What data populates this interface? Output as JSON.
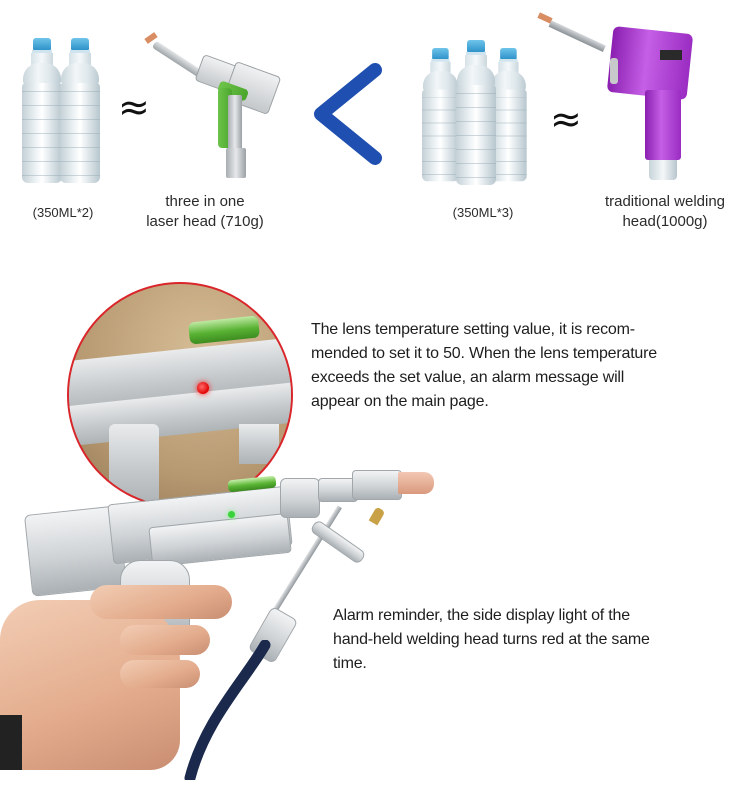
{
  "comparison": {
    "left": {
      "bottles_caption": "(350ML*2)",
      "bottle_count": 2,
      "approx_symbol": "≈",
      "product_caption_line1": "three in one",
      "product_caption_line2": "laser head (710g)",
      "product_color": "#5cb838"
    },
    "operator": {
      "symbol": "<",
      "color": "#1f4fb0"
    },
    "right": {
      "bottles_caption": "(350ML*3)",
      "bottle_count": 3,
      "approx_symbol": "≈",
      "product_caption_line1": "traditional welding",
      "product_caption_line2": "head(1000g)",
      "product_color": "#b546dc"
    }
  },
  "features": {
    "lens_temperature_note": "The lens temperature setting value, it is recom-mended to set it to 50. When the lens temperature exceeds the set value, an alarm message will appear on the main page.",
    "lens_lines": [
      "The lens temperature setting value, it is recom-",
      "mended to set it to 50. When the lens temperature",
      "exceeds the set value, an alarm message will",
      "appear on the main page."
    ],
    "alarm_lines": [
      "Alarm reminder, the side display light of the",
      "hand-held welding head turns red at the same",
      "time."
    ],
    "zoom_highlight_color": "#d9262b",
    "indicator_alarm_color": "#e10000",
    "indicator_normal_color": "#3ad23a"
  }
}
